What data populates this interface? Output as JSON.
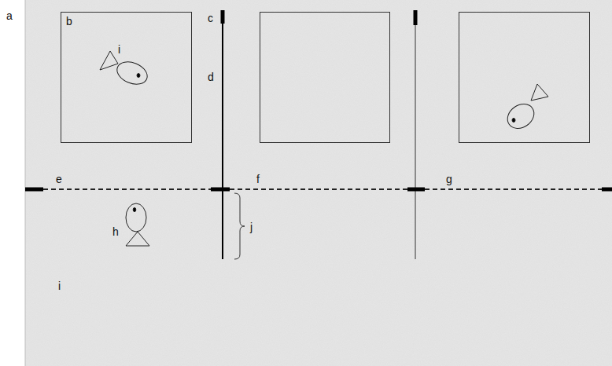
{
  "diagram": {
    "labels": [
      "a",
      "b",
      "c",
      "i",
      "d",
      "e",
      "f",
      "g",
      "h",
      "j",
      "i"
    ]
  }
}
